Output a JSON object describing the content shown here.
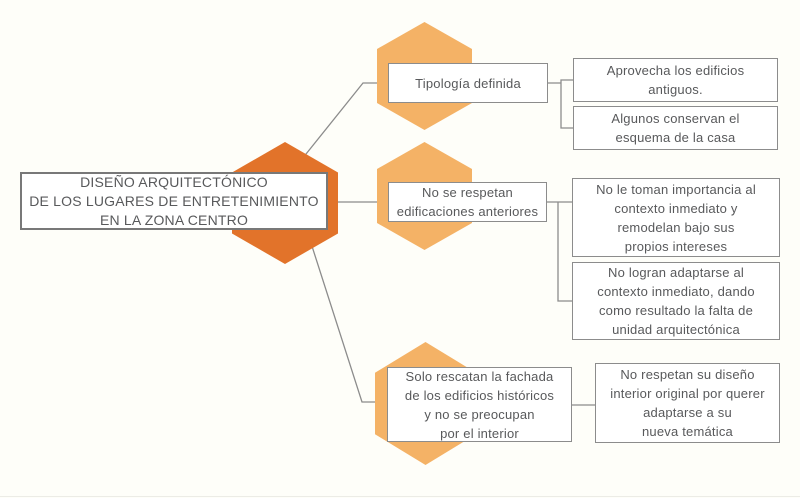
{
  "colors": {
    "background": "#FEFEF9",
    "main_hex": "#E2732A",
    "branch_hex": "#F4B266",
    "box_border": "#8C8C8C",
    "line": "#8C8C8C",
    "text": "#58595B"
  },
  "root": {
    "title": "DISEÑO ARQUITECTÓNICO\nDE LOS LUGARES  DE ENTRETENIMIENTO\nEN LA ZONA CENTRO"
  },
  "branches": [
    {
      "label": "Tipología definida",
      "children": [
        "Aprovecha los edificios\nantiguos.",
        "Algunos conservan el\nesquema de la casa"
      ]
    },
    {
      "label": "No se respetan\nedificaciones anteriores",
      "children": [
        "No le toman importancia al\ncontexto inmediato y\nremodelan bajo sus\npropios intereses",
        "No logran adaptarse al\ncontexto inmediato, dando\ncomo resultado la falta de\nunidad arquitectónica"
      ]
    },
    {
      "label": "Solo rescatan la fachada\nde los edificios históricos\ny no se preocupan\npor el interior",
      "children": [
        "No respetan su diseño\ninterior original por querer\nadaptarse a su\nnueva temática"
      ]
    }
  ]
}
